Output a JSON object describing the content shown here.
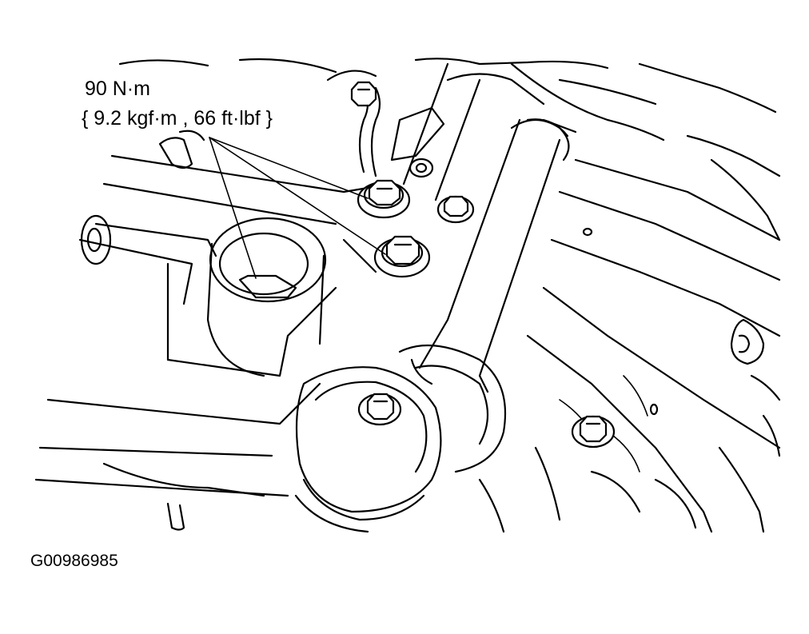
{
  "callout": {
    "torque_nm": "90 N·m",
    "torque_alt": "{ 9.2 kgf·m , 66 ft·lbf }"
  },
  "figure_id": "G00986985"
}
